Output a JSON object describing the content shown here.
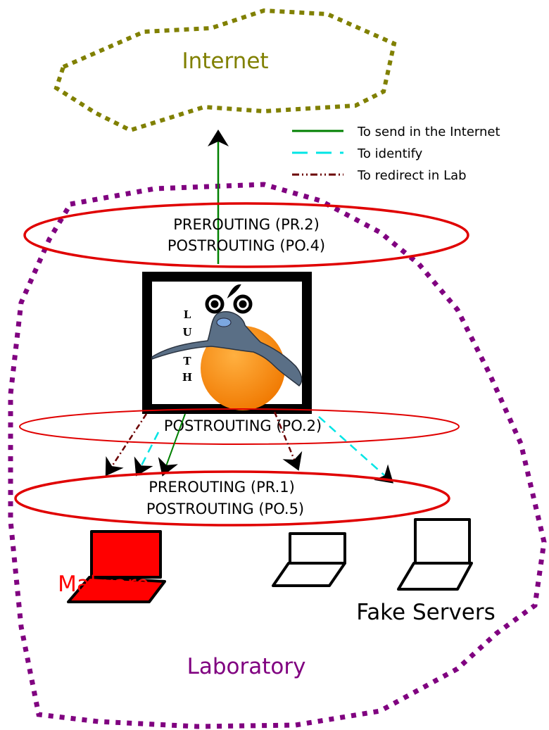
{
  "regions": {
    "internet": {
      "label": "Internet",
      "color": "#808000"
    },
    "laboratory": {
      "label": "Laboratory",
      "color": "#800080"
    }
  },
  "legend": [
    {
      "label": "To send in the Internet",
      "style": "solid",
      "color": "#008000"
    },
    {
      "label": "To identify",
      "style": "dashed",
      "color": "#00e5e5"
    },
    {
      "label": "To redirect in Lab",
      "style": "dash-dot",
      "color": "#6b0000"
    }
  ],
  "hooks": {
    "top": {
      "line1": "PREROUTING (PR.2)",
      "line2": "POSTROUTING (PO.4)"
    },
    "middle": {
      "line1": "POSTROUTING (PO.2)"
    },
    "bottom": {
      "line1": "PREROUTING (PR.1)",
      "line2": "POSTROUTING (PO.5)"
    },
    "ring_color": "#e00000"
  },
  "gateway": {
    "logo_letters": [
      "L",
      "U",
      "T",
      "H"
    ],
    "logo_label": "LUTH gateway logo (turtle on orange)"
  },
  "hosts": {
    "malware": {
      "label": "Malware",
      "color": "#ff0000"
    },
    "fake_servers": {
      "label": "Fake Servers",
      "color": "#000000"
    }
  }
}
